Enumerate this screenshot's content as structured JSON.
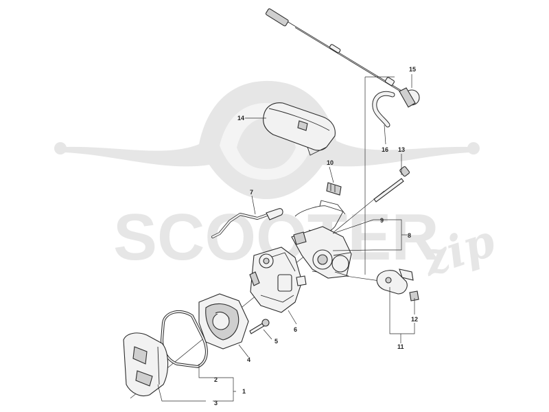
{
  "watermark": {
    "brand": "SCOOTER",
    "script": "zip"
  },
  "callouts": [
    {
      "id": "c1",
      "text": "1"
    },
    {
      "id": "c2",
      "text": "2"
    },
    {
      "id": "c3",
      "text": "3"
    },
    {
      "id": "c4",
      "text": "4"
    },
    {
      "id": "c5",
      "text": "5"
    },
    {
      "id": "c6",
      "text": "6"
    },
    {
      "id": "c7",
      "text": "7"
    },
    {
      "id": "c8",
      "text": "8"
    },
    {
      "id": "c9",
      "text": "9"
    },
    {
      "id": "c10",
      "text": "10"
    },
    {
      "id": "c11",
      "text": "11"
    },
    {
      "id": "c12",
      "text": "12"
    },
    {
      "id": "c13",
      "text": "13"
    },
    {
      "id": "c14",
      "text": "14"
    },
    {
      "id": "c15",
      "text": "15"
    },
    {
      "id": "c16",
      "text": "16"
    }
  ]
}
